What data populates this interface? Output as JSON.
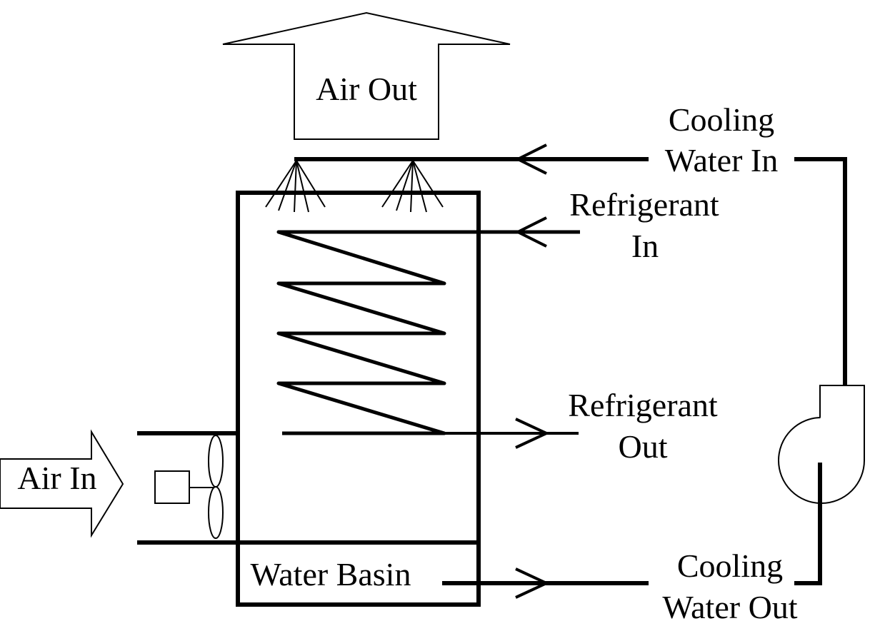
{
  "labels": {
    "air_out": "Air Out",
    "air_in": "Air In",
    "cooling_water_in_line1": "Cooling",
    "cooling_water_in_line2": "Water In",
    "refrigerant_in_line1": "Refrigerant",
    "refrigerant_in_line2": "In",
    "refrigerant_out_line1": "Refrigerant",
    "refrigerant_out_line2": "Out",
    "water_basin": "Water Basin",
    "cooling_water_out_line1": "Cooling",
    "cooling_water_out_line2": "Water Out"
  },
  "colors": {
    "line": "#000000",
    "background": "#ffffff"
  }
}
